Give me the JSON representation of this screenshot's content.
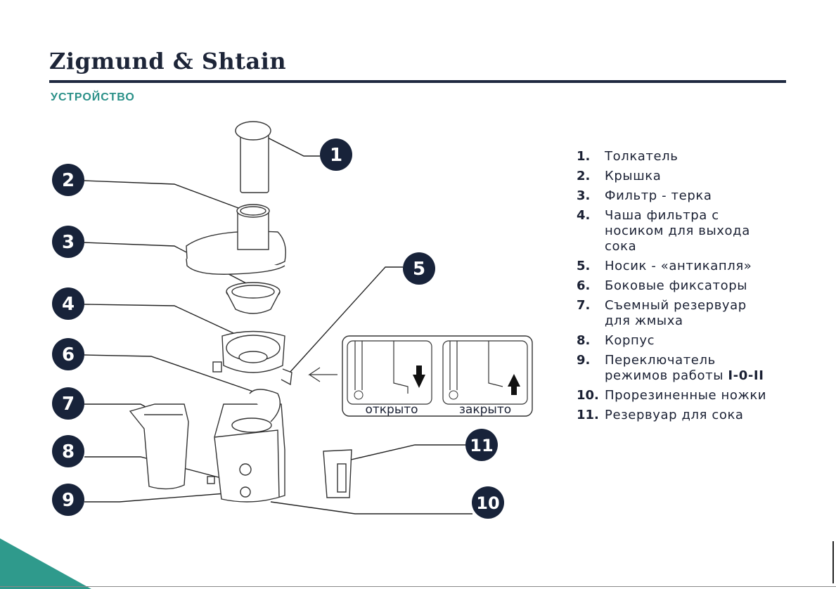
{
  "brand": "Zigmund & Shtain",
  "section_title": "УСТРОЙСТВО",
  "callouts": [
    "1",
    "2",
    "3",
    "4",
    "5",
    "6",
    "7",
    "8",
    "9",
    "10",
    "11"
  ],
  "lock_inset": {
    "open_label": "открыто",
    "closed_label": "закрыто"
  },
  "legend": [
    {
      "num": "1.",
      "text": "Толкатель"
    },
    {
      "num": "2.",
      "text": "Крышка"
    },
    {
      "num": "3.",
      "text": "Фильтр - терка"
    },
    {
      "num": "4.",
      "text": "Чаша фильтра с носиком для выхода сока"
    },
    {
      "num": "5.",
      "text": "Носик - «антикапля»"
    },
    {
      "num": "6.",
      "text": "Боковые фиксаторы"
    },
    {
      "num": "7.",
      "text": "Съемный резервуар для жмыха"
    },
    {
      "num": "8.",
      "text": "Корпус"
    },
    {
      "num": "9.",
      "text": "Переключатель режимов работы",
      "switch": "I-0-II"
    },
    {
      "num": "10.",
      "text": "Прорезиненные ножки"
    },
    {
      "num": "11.",
      "text": "Резервуар для сока"
    }
  ],
  "colors": {
    "accent": "#2a9088",
    "navy": "#1d2538",
    "callout": "#18233a"
  }
}
